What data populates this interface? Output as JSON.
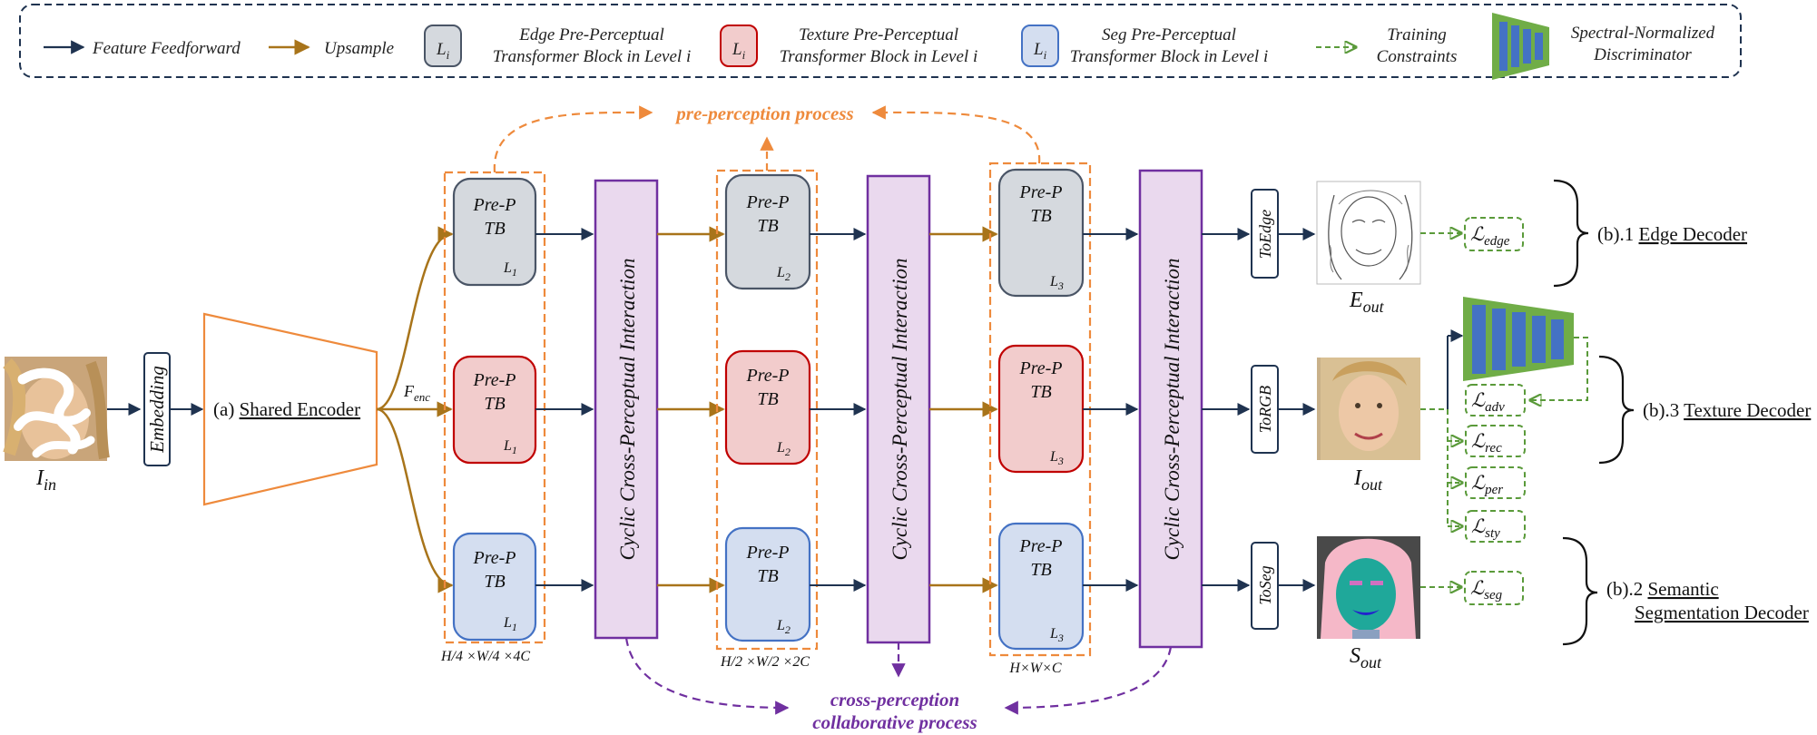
{
  "legend": {
    "feedforward": "Feature Feedforward",
    "upsample": "Upsample",
    "edge_block_1": "Edge Pre-Perceptual",
    "edge_block_2": "Transformer Block in Level i",
    "texture_block_1": "Texture Pre-Perceptual",
    "texture_block_2": "Transformer Block in Level i",
    "seg_block_1": "Seg Pre-Perceptual",
    "seg_block_2": "Transformer Block in Level i",
    "training_1": "Training",
    "training_2": "Constraints",
    "disc_1": "Spectral-Normalized",
    "disc_2": "Discriminator",
    "swatch_label": "L",
    "swatch_sub": "i"
  },
  "input": {
    "label": "I",
    "sub": "in"
  },
  "embedding": "Embedding",
  "encoder": {
    "prefix": "(a)",
    "name": "Shared Encoder"
  },
  "fenc": {
    "label": "F",
    "sub": "enc"
  },
  "block": {
    "line1": "Pre-P",
    "line2": "TB",
    "level_prefix": "L"
  },
  "levels": [
    {
      "level": "1",
      "size": "H/4 ×W/4 ×4C"
    },
    {
      "level": "2",
      "size": "H/2 ×W/2 ×2C"
    },
    {
      "level": "3",
      "size": "H×W×C"
    }
  ],
  "ccpi": "Cyclic Cross-Perceptual Interaction",
  "pre_perception": "pre-perception process",
  "cross_perception_1": "cross-perception",
  "cross_perception_2": "collaborative process",
  "heads": {
    "edge": "ToEdge",
    "rgb": "ToRGB",
    "seg": "ToSeg"
  },
  "outputs": {
    "edge": {
      "label": "E",
      "sub": "out"
    },
    "image": {
      "label": "I",
      "sub": "out"
    },
    "seg": {
      "label": "S",
      "sub": "out"
    }
  },
  "losses": {
    "symbol": "ℒ",
    "edge": "edge",
    "adv": "adv",
    "rec": "rec",
    "per": "per",
    "sty": "sty",
    "seg": "seg"
  },
  "decoders": {
    "edge_num": "(b).1",
    "edge_name": "Edge Decoder",
    "texture_num": "(b).3",
    "texture_name": "Texture Decoder",
    "seg_num": "(b).2",
    "seg_name_1": "Semantic",
    "seg_name_2": "Segmentation Decoder"
  },
  "colors": {
    "navy": "#1f3350",
    "brown": "#a8741a",
    "orange": "#ee8a3c",
    "purple": "#7030a0",
    "green": "#5a9a3a",
    "edge_fill": "#d5d9de",
    "edge_stroke": "#4a5566",
    "tex_fill": "#f2cccc",
    "tex_stroke": "#c00000",
    "seg_fill": "#d4def0",
    "seg_stroke": "#4472c4",
    "ccpi_fill": "#ead9ee",
    "disc_blue": "#4472c4",
    "disc_green": "#70ad47"
  }
}
